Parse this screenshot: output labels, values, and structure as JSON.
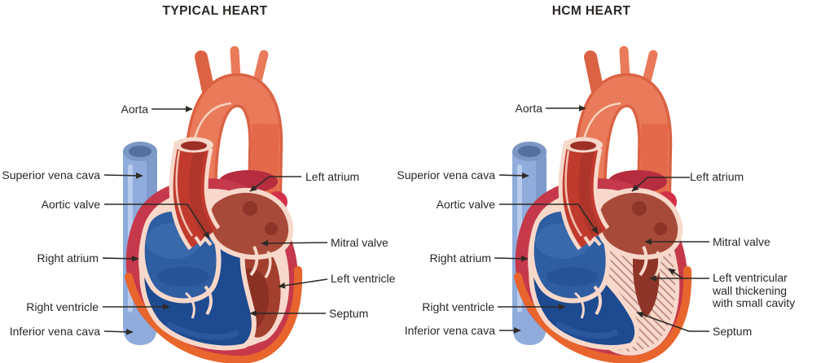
{
  "left_panel": {
    "title": "TYPICAL HEART",
    "labels": {
      "aorta": "Aorta",
      "svc": "Superior vena cava",
      "aortic_valve": "Aortic valve",
      "right_atrium": "Right atrium",
      "right_ventricle": "Right ventricle",
      "ivc": "Inferior vena cava",
      "left_atrium": "Left atrium",
      "mitral_valve": "Mitral valve",
      "left_ventricle": "Left ventricle",
      "septum": "Septum"
    }
  },
  "right_panel": {
    "title": "HCM HEART",
    "labels": {
      "aorta": "Aorta",
      "svc": "Superior vena cava",
      "aortic_valve": "Aortic valve",
      "right_atrium": "Right atrium",
      "right_ventricle": "Right ventricle",
      "ivc": "Inferior vena cava",
      "left_atrium": "Left atrium",
      "mitral_valve": "Mitral valve",
      "lv_wall_thickening": "Left ventricular wall thickening with small cavity",
      "septum": "Septum"
    }
  },
  "colors": {
    "aorta": "#E97B5B",
    "aorta-dark": "#DB6243",
    "aorta-desc": "#E05A3C",
    "cream": "#FADCC9",
    "vein": "#8FACDC",
    "vein-mid": "#7E9BCC",
    "vein-light": "#BCCFEE",
    "vein-rim": "#7D97C4",
    "vein-dark": "#53709F",
    "crimson": "#C5394B",
    "crimson-dark": "#B52D3E",
    "bright-red": "#D23147",
    "orange": "#E8652D",
    "wall": "#F8D8CA",
    "ra-blue": "#2E5EA1",
    "ra-light": "#4273B5",
    "rv-blue": "#1E4A90",
    "rv-light": "#3564AC",
    "la-red": "#A84A39",
    "la-spot": "#8E3428",
    "lv-red": "#A33F2E",
    "lv-dark": "#872F22",
    "root-red": "#C13A2E",
    "root-dark": "#9C2F26",
    "hatch-line": "#B5827A",
    "line": "#2E2A26",
    "text": "#2B2724"
  }
}
